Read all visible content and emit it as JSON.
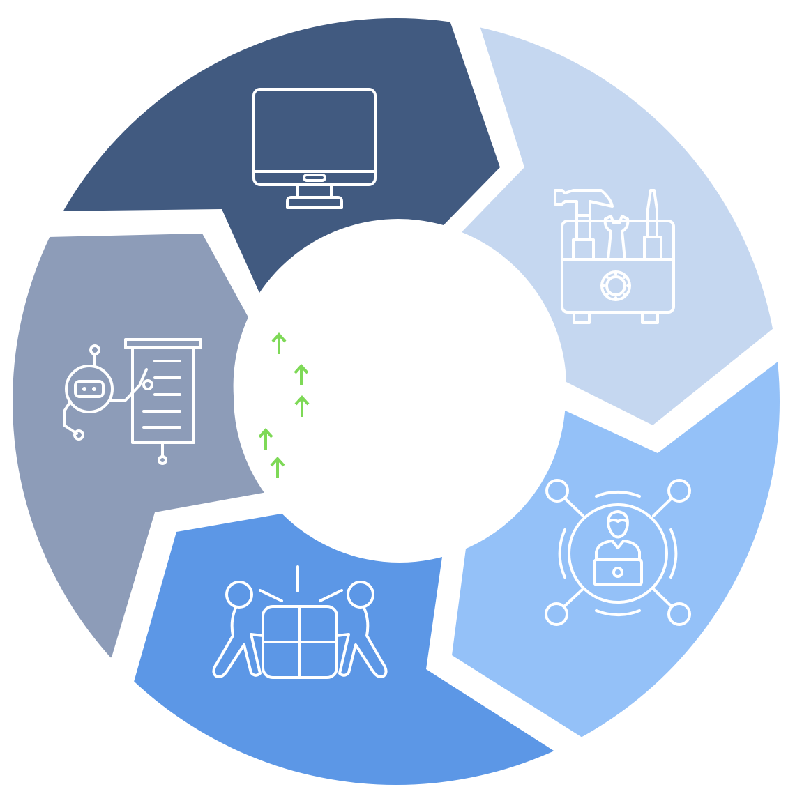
{
  "diagram": {
    "type": "cycle",
    "segment_count": 5,
    "segments": [
      {
        "id": "monitor",
        "icon": "monitor-icon",
        "color": "#415a80"
      },
      {
        "id": "toolbox",
        "icon": "toolbox-icon",
        "color": "#c5d7f0"
      },
      {
        "id": "networked-user",
        "icon": "networked-user-icon",
        "color": "#94c1f8"
      },
      {
        "id": "teamwork",
        "icon": "teamwork-puzzle-icon",
        "color": "#5c97e6"
      },
      {
        "id": "robot-presenter",
        "icon": "robot-presentation-icon",
        "color": "#8d9cb8"
      }
    ],
    "center": {
      "color": "#ffffff"
    },
    "arrow_markers": {
      "count": 5,
      "color": "#7ed957",
      "direction": "up"
    }
  }
}
